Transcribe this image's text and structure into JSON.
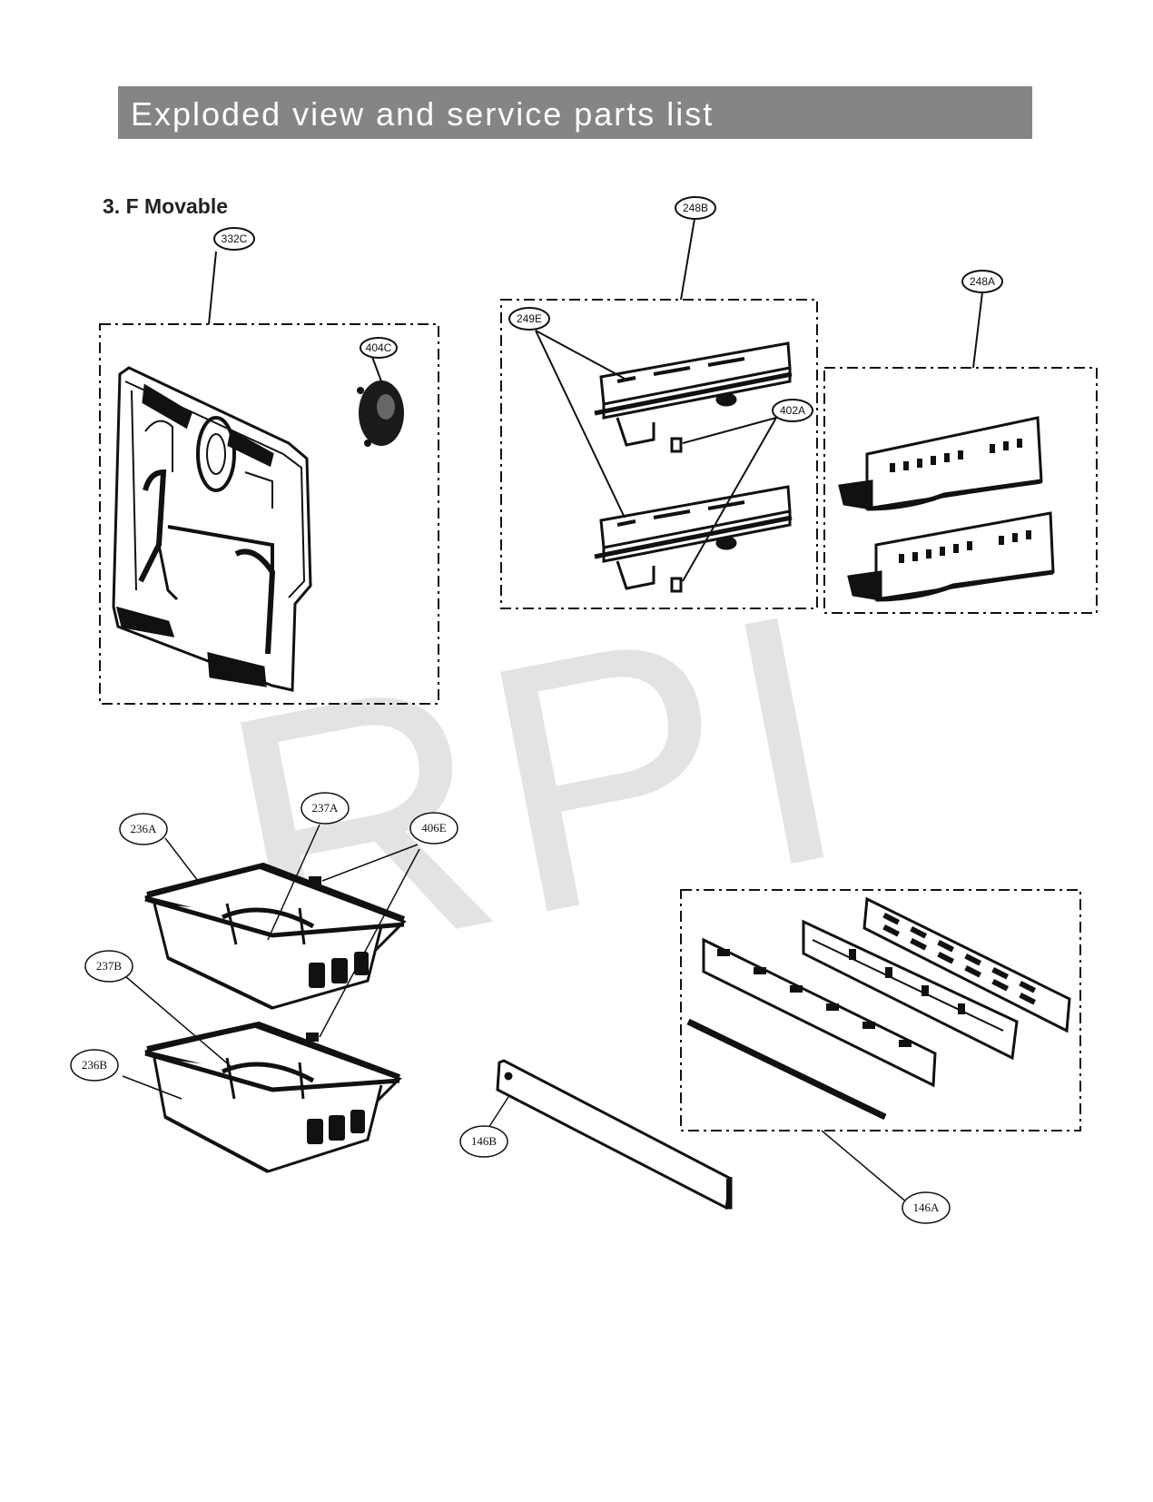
{
  "header": {
    "title": "Exploded view and service parts list"
  },
  "section": {
    "title": "3. F Movable"
  },
  "watermark": {
    "text": "RPI",
    "color": "#e1e1e1"
  },
  "callouts": {
    "c332C": "332C",
    "c404C": "404C",
    "c248B": "248B",
    "c249E": "249E",
    "c402A": "402A",
    "c248A": "248A",
    "c236A": "236A",
    "c237A": "237A",
    "c406E": "406E",
    "c237B": "237B",
    "c236B": "236B",
    "c146B": "146B",
    "c146A": "146A"
  }
}
